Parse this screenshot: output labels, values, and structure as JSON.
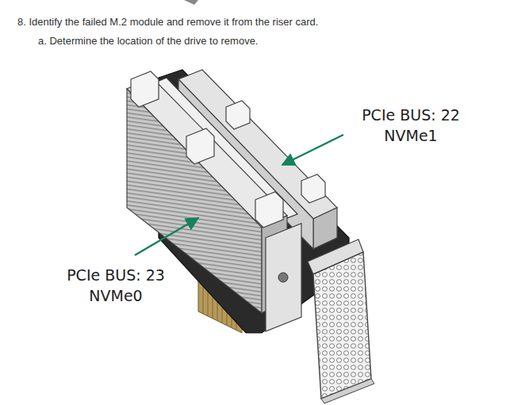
{
  "diagram": {
    "labels": [
      "8. Identify the failed M.2 module and remove it from the riser card.",
      "a. Determine the location of the drive to remove.",
      "PCIe BUS: 22",
      "NVMe1",
      "PCIe BUS: 23",
      "NVMe0"
    ]
  }
}
